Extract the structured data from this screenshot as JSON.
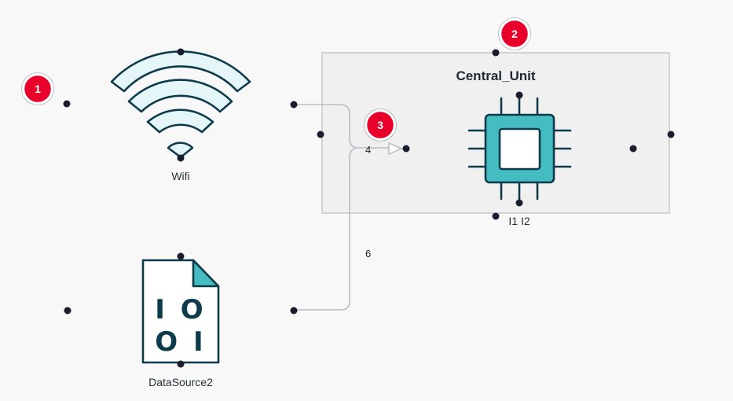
{
  "diagram": {
    "group": {
      "title": "Central_Unit",
      "ports_label": "I1 I2"
    },
    "nodes": {
      "wifi": {
        "label": "Wifi",
        "icon": "wifi-icon"
      },
      "datasource": {
        "label": "DataSource2",
        "icon": "binary-file-icon",
        "bits_row1": "I O",
        "bits_row2": "O I"
      },
      "cpu": {
        "icon": "cpu-chip-icon"
      }
    },
    "edges": [
      {
        "from": "Wifi",
        "to": "Central_Unit",
        "label": "4"
      },
      {
        "from": "DataSource2",
        "to": "Central_Unit",
        "label": "6"
      }
    ],
    "badges": [
      {
        "number": "1"
      },
      {
        "number": "2"
      },
      {
        "number": "3"
      }
    ],
    "colors": {
      "icon_stroke": "#0d3b4b",
      "icon_fill_light": "#e4f6f7",
      "chip_fill": "#45bcbf",
      "badge": "#e8002a",
      "group_fill": "#f0f0f0",
      "group_border": "#c4c8ca",
      "edge": "#b8bec2"
    }
  }
}
